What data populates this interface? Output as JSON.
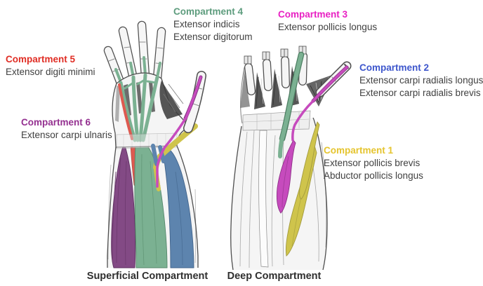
{
  "figure": {
    "type": "anatomical-diagram",
    "subject": "Extensor compartments of the wrist (dorsal forearm)"
  },
  "labels": {
    "c1": {
      "title": "Compartment 1",
      "color": "#e5c42e",
      "lines": [
        "Extensor pollicis brevis",
        "Abductor pollicis longus"
      ]
    },
    "c2": {
      "title": "Compartment 2",
      "color": "#3d56cc",
      "lines": [
        "Extensor carpi radialis longus",
        "Extensor carpi radialis brevis"
      ]
    },
    "c3": {
      "title": "Compartment 3",
      "color": "#e820c3",
      "lines": [
        "Extensor pollicis longus"
      ]
    },
    "c4": {
      "title": "Compartment 4",
      "color": "#5d9c7d",
      "lines": [
        "Extensor indicis",
        "Extensor digitorum"
      ]
    },
    "c5": {
      "title": "Compartment 5",
      "color": "#e02d24",
      "lines": [
        "Extensor digiti minimi"
      ]
    },
    "c6": {
      "title": "Compartment 6",
      "color": "#943090",
      "lines": [
        "Extensor carpi ulnaris"
      ]
    }
  },
  "captions": {
    "left": "Superficial Compartment",
    "right": "Deep Compartment"
  },
  "palette": {
    "sage": "#7bb192",
    "red": "#dd5a50",
    "purple": "#834a85",
    "blue": "#5d84ae",
    "yellow": "#cfc44c",
    "magenta": "#c64bbd",
    "ink": "#4a4a4a"
  }
}
